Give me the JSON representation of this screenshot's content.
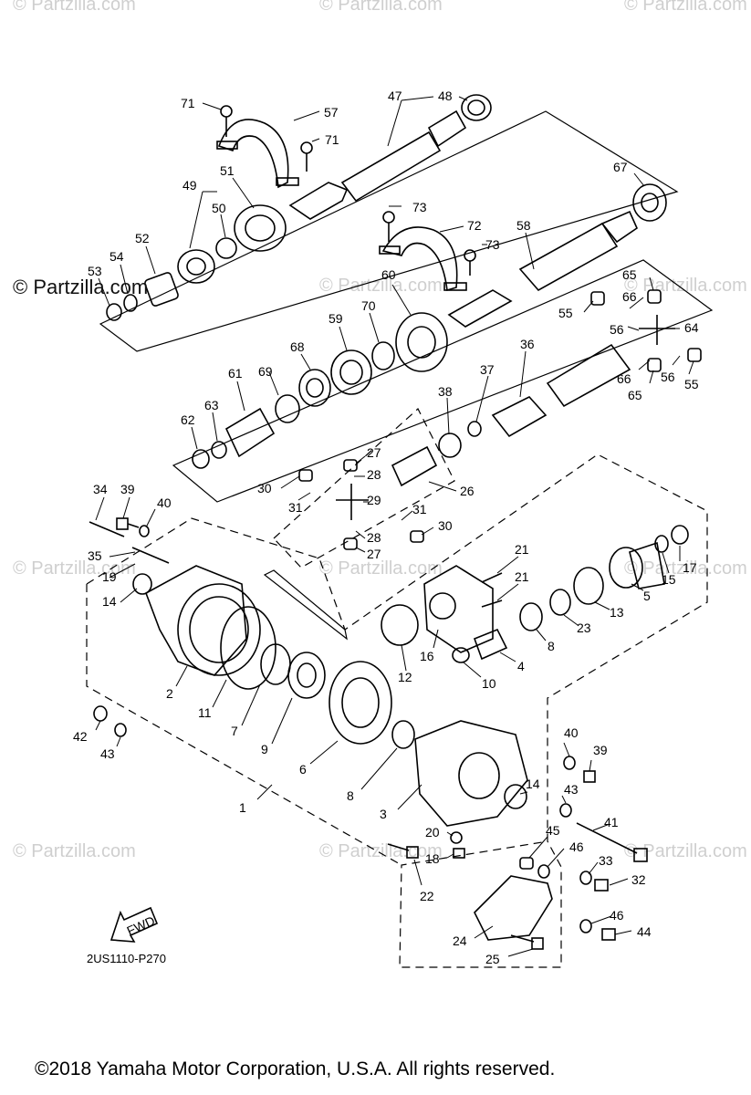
{
  "watermarks": {
    "brand": "© Partzilla.com",
    "text": "© Partzilla.com"
  },
  "diagram": {
    "reference_code": "2US1110-P270",
    "fwd_label": "FWD",
    "copyright": "©2018  Yamaha Motor Corporation, U.S.A. All rights reserved.",
    "callouts": [
      {
        "n": "71"
      },
      {
        "n": "57"
      },
      {
        "n": "47"
      },
      {
        "n": "48"
      },
      {
        "n": "71"
      },
      {
        "n": "51"
      },
      {
        "n": "49"
      },
      {
        "n": "50"
      },
      {
        "n": "52"
      },
      {
        "n": "54"
      },
      {
        "n": "53"
      },
      {
        "n": "67"
      },
      {
        "n": "73"
      },
      {
        "n": "72"
      },
      {
        "n": "58"
      },
      {
        "n": "73"
      },
      {
        "n": "60"
      },
      {
        "n": "70"
      },
      {
        "n": "59"
      },
      {
        "n": "68"
      },
      {
        "n": "69"
      },
      {
        "n": "61"
      },
      {
        "n": "63"
      },
      {
        "n": "62"
      },
      {
        "n": "65"
      },
      {
        "n": "66"
      },
      {
        "n": "55"
      },
      {
        "n": "56"
      },
      {
        "n": "64"
      },
      {
        "n": "36"
      },
      {
        "n": "37"
      },
      {
        "n": "38"
      },
      {
        "n": "66"
      },
      {
        "n": "56"
      },
      {
        "n": "65"
      },
      {
        "n": "55"
      },
      {
        "n": "27"
      },
      {
        "n": "28"
      },
      {
        "n": "30"
      },
      {
        "n": "29"
      },
      {
        "n": "31"
      },
      {
        "n": "26"
      },
      {
        "n": "28"
      },
      {
        "n": "27"
      },
      {
        "n": "31"
      },
      {
        "n": "30"
      },
      {
        "n": "34"
      },
      {
        "n": "39"
      },
      {
        "n": "40"
      },
      {
        "n": "35"
      },
      {
        "n": "19"
      },
      {
        "n": "14"
      },
      {
        "n": "21"
      },
      {
        "n": "21"
      },
      {
        "n": "17"
      },
      {
        "n": "15"
      },
      {
        "n": "5"
      },
      {
        "n": "13"
      },
      {
        "n": "23"
      },
      {
        "n": "8"
      },
      {
        "n": "16"
      },
      {
        "n": "4"
      },
      {
        "n": "10"
      },
      {
        "n": "12"
      },
      {
        "n": "2"
      },
      {
        "n": "11"
      },
      {
        "n": "7"
      },
      {
        "n": "9"
      },
      {
        "n": "6"
      },
      {
        "n": "42"
      },
      {
        "n": "43"
      },
      {
        "n": "40"
      },
      {
        "n": "39"
      },
      {
        "n": "8"
      },
      {
        "n": "14"
      },
      {
        "n": "43"
      },
      {
        "n": "3"
      },
      {
        "n": "1"
      },
      {
        "n": "41"
      },
      {
        "n": "20"
      },
      {
        "n": "45"
      },
      {
        "n": "46"
      },
      {
        "n": "18"
      },
      {
        "n": "33"
      },
      {
        "n": "22"
      },
      {
        "n": "32"
      },
      {
        "n": "46"
      },
      {
        "n": "44"
      },
      {
        "n": "24"
      },
      {
        "n": "25"
      }
    ]
  }
}
